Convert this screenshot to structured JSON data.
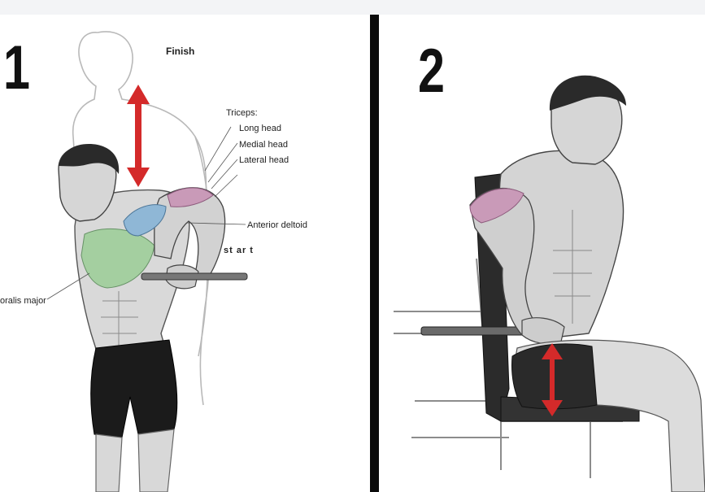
{
  "panel1": {
    "step_number": "1",
    "labels": {
      "finish": "Finish",
      "triceps": "Triceps:",
      "long_head": "Long head",
      "medial_head": "Medial head",
      "lateral_head": "Lateral head",
      "anterior_deltoid": "Anterior deltoid",
      "start": "st ar t",
      "pectoralis_major": "oralis major"
    }
  },
  "panel2": {
    "step_number": "2"
  },
  "colors": {
    "arrow": "#d42a2a",
    "triceps": "#c99ab8",
    "deltoid": "#8fb7d6",
    "pectoralis": "#9fcf9a",
    "divider": "#0b0b0b"
  },
  "icons": [
    "vertical-double-arrow-icon"
  ]
}
